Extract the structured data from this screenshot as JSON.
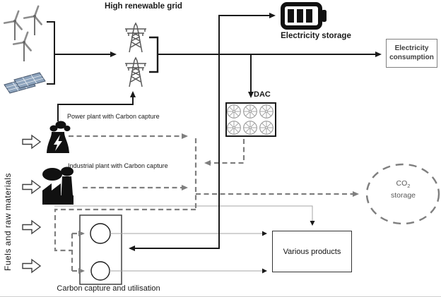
{
  "labels": {
    "high_renewable_grid": "High renewable grid",
    "electricity_storage": "Electricity storage",
    "electricity_consumption_line1": "Electricity",
    "electricity_consumption_line2": "consumption",
    "dac": "DAC",
    "power_plant": "Power plant with Carbon capture",
    "industrial_plant": "Industrial plant with Carbon capture",
    "co2_storage_prefix": "CO",
    "co2_storage_sub": "2",
    "co2_storage_word": "storage",
    "various_products": "Various products",
    "carbon_capture_utilisation": "Carbon capture and utilisation",
    "fuels_raw_materials": "Fuels and raw materials"
  },
  "colors": {
    "solid_electricity_line": "#1a1a1a",
    "dashed_co2_line": "#7f7f7f",
    "thin_product_line": "#a6a6a6",
    "tower_icon_gray": "#595959",
    "solar_panel_blue": "#8da3bc",
    "co2_storage_text": "#595959",
    "box_border_gray": "#7f7f7f",
    "silhouette_black": "#111111"
  },
  "icons": {
    "renewables": [
      "wind-turbine-icon",
      "solar-panel-icon"
    ],
    "grid": "transmission-tower-icon",
    "storage": "battery-icon",
    "dac_unit": "fan-icon",
    "plants": [
      "power-plant-icon",
      "factory-icon"
    ],
    "inputs": "hollow-arrow-icon"
  }
}
